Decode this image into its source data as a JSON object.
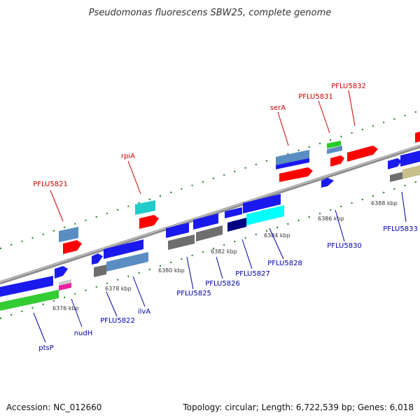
{
  "header": {
    "title": "Pseudomonas fluorescens SBW25, complete genome"
  },
  "footer": {
    "accession": "Accession: NC_012660",
    "topology": "Topology: circular; Length: 6,722,539 bp; Genes: 6,018"
  },
  "colors": {
    "label_top": "#cc0000",
    "label_bottom": "#0000aa",
    "backbone": "#888888",
    "tick": "#1a7a1a"
  },
  "ticks": [
    "6376 kbp",
    "6378 kbp",
    "6380 kbp",
    "6382 kbp",
    "6384 kbp",
    "6386 kbp",
    "6388 kbp"
  ],
  "labels_top": [
    "PFLU5821",
    "rpiA",
    "serA",
    "PFLU5831",
    "PFLU5832"
  ],
  "labels_bottom": [
    "ptsP",
    "nudH",
    "PFLU5822",
    "ilvA",
    "PFLU5825",
    "PFLU5826",
    "PFLU5827",
    "PFLU5828",
    "PFLU5830",
    "PFLU5833"
  ]
}
